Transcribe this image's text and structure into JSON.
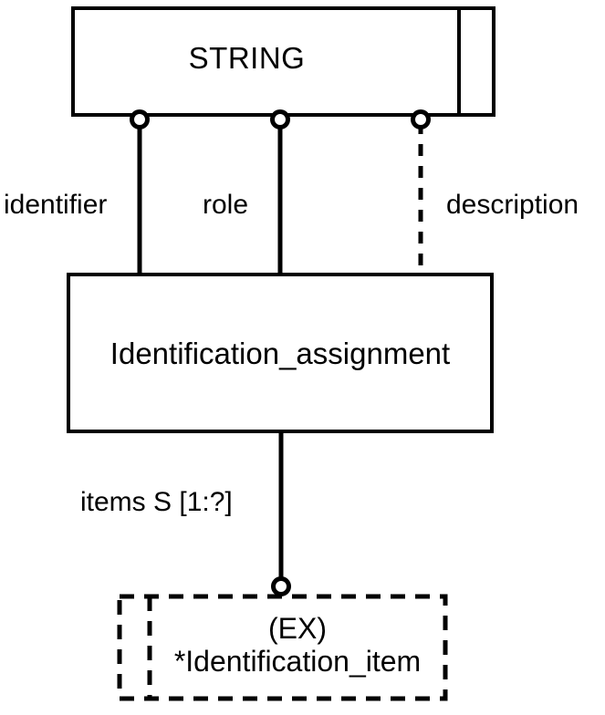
{
  "diagram": {
    "kind": "EXPRESS-G entity relationship diagram",
    "nodes": {
      "string_type": {
        "label": "STRING",
        "shape": "rectangle-with-right-divider",
        "style": "solid"
      },
      "identification_assignment": {
        "label": "Identification_assignment",
        "shape": "rectangle",
        "style": "solid"
      },
      "identification_item": {
        "line1": "(EX)",
        "line2": "*Identification_item",
        "shape": "rectangle-with-left-divider",
        "style": "dashed"
      }
    },
    "attributes": [
      {
        "name": "attr-identifier",
        "label": "identifier",
        "line_style": "solid",
        "endpoint": "open-circle"
      },
      {
        "name": "attr-role",
        "label": "role",
        "line_style": "solid",
        "endpoint": "open-circle"
      },
      {
        "name": "attr-description",
        "label": "description",
        "line_style": "dashed",
        "endpoint": "open-circle"
      }
    ],
    "relationships": [
      {
        "name": "rel-items",
        "label": "items S [1:?]",
        "line_style": "solid",
        "endpoint": "open-circle",
        "from": "Identification_assignment",
        "to": "Identification_item"
      }
    ],
    "colors": {
      "stroke": "#000000",
      "fill": "#ffffff",
      "background": "#ffffff"
    }
  }
}
